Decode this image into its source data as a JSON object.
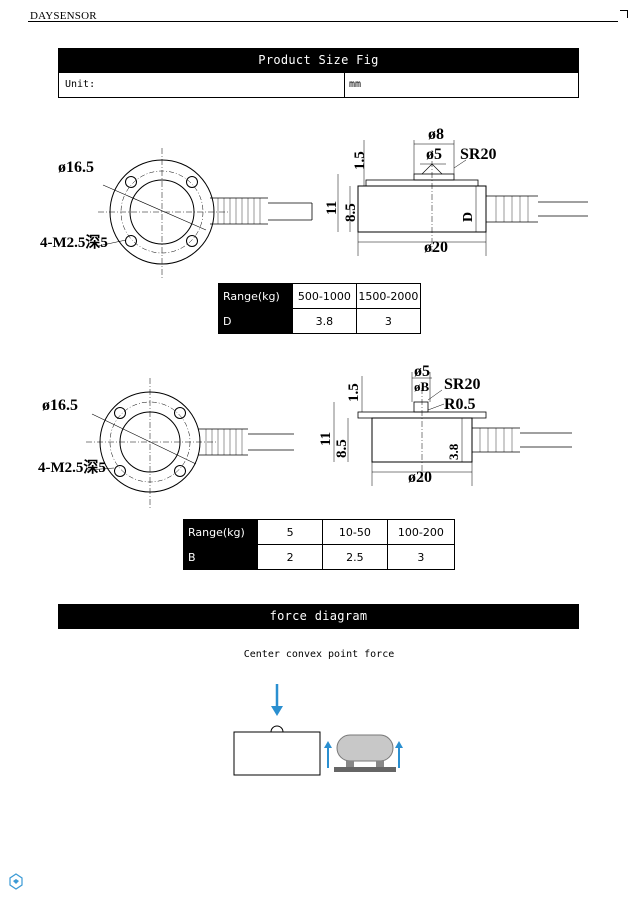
{
  "header": {
    "brand": "DAYSENSOR"
  },
  "product_size": {
    "title": "Product Size Fig",
    "unit_label": "Unit:",
    "unit_value": "mm"
  },
  "figure1": {
    "dims": {
      "pcd": "ø16.5",
      "holes": "4-M2.5深5",
      "top_outer": "ø8",
      "top_inner": "ø5",
      "sphere": "SR20",
      "step": "1.5",
      "total_h": "11",
      "body_h": "8.5",
      "dim_d": "D",
      "body_w": "ø20"
    },
    "table": {
      "header": [
        "Range(kg)",
        "500-1000",
        "1500-2000"
      ],
      "row": [
        "D",
        "3.8",
        "3"
      ]
    }
  },
  "figure2": {
    "dims": {
      "pcd": "ø16.5",
      "holes": "4-M2.5深5",
      "top_outer": "ø5",
      "top_inner": "øB",
      "sphere": "SR20",
      "radius": "R0.5",
      "step": "1.5",
      "total_h": "11",
      "body_h": "8.5",
      "side": "3.8",
      "body_w": "ø20"
    },
    "table": {
      "header": [
        "Range(kg)",
        "5",
        "10-50",
        "100-200"
      ],
      "row": [
        "B",
        "2",
        "2.5",
        "3"
      ]
    }
  },
  "force": {
    "title": "force diagram",
    "caption": "Center convex point force"
  },
  "colors": {
    "arrow": "#2a8fd0",
    "bar": "#000000"
  }
}
